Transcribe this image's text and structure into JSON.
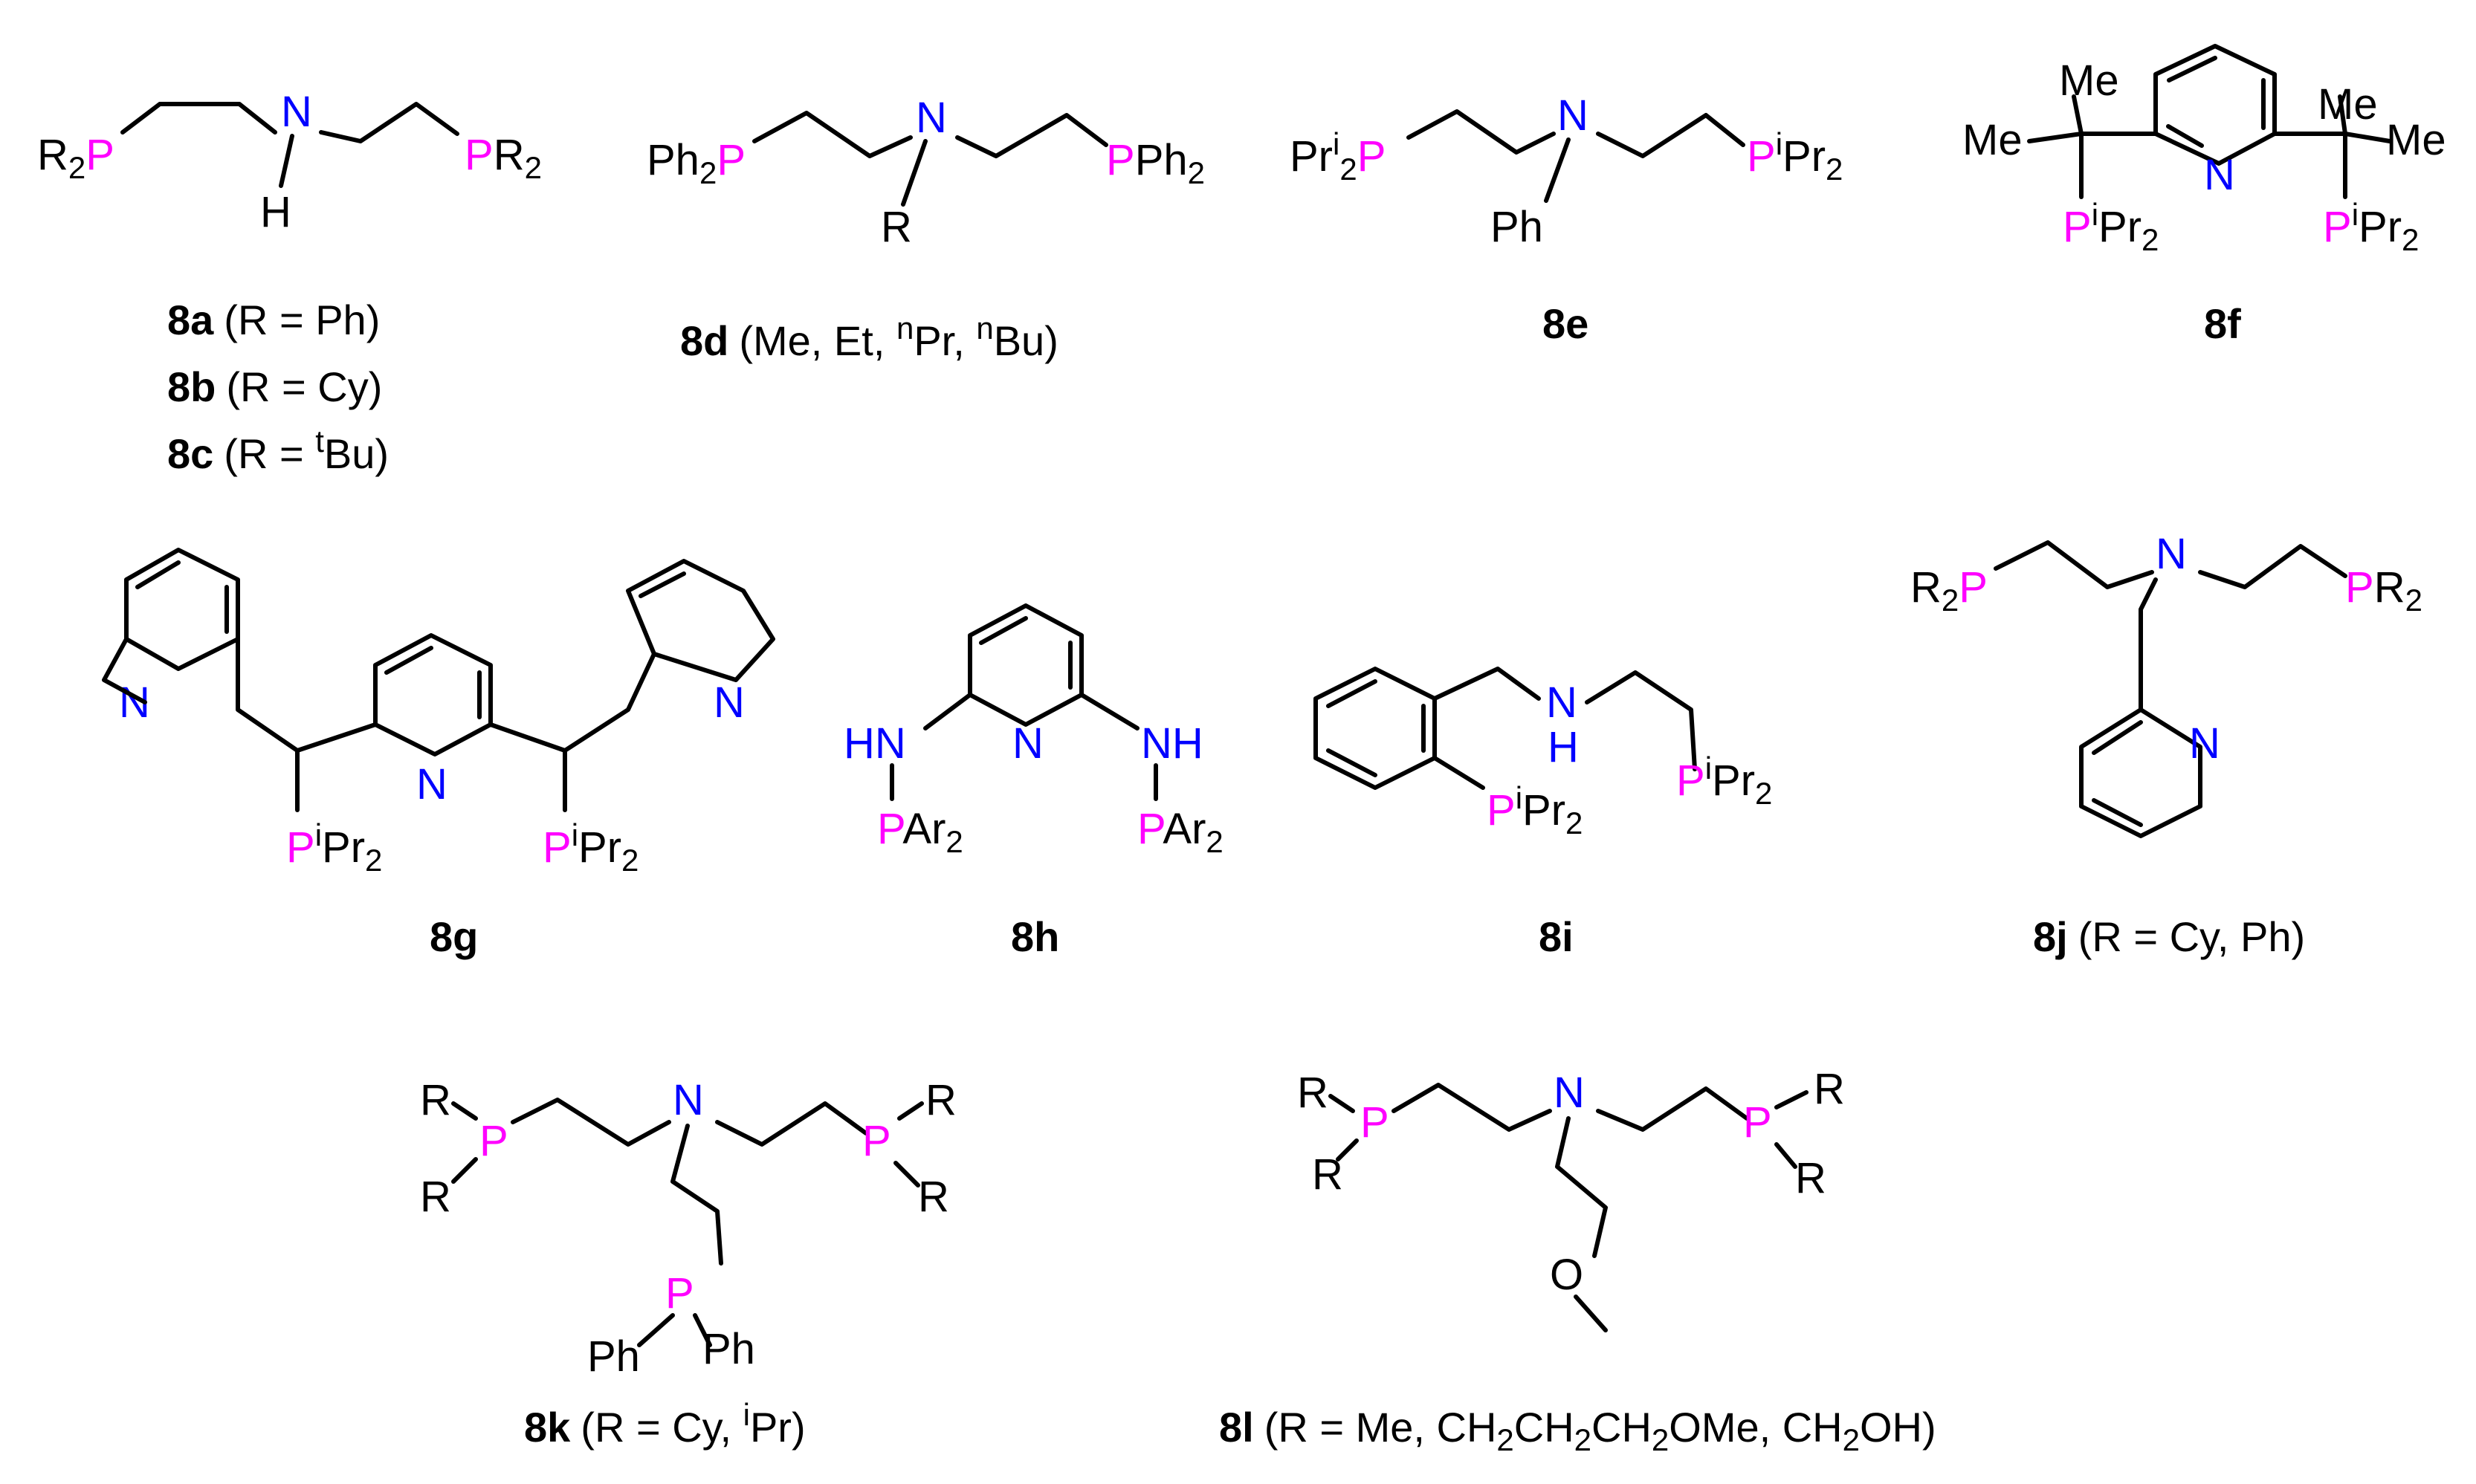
{
  "colors": {
    "phosphorus": "#ff00ff",
    "nitrogen": "#0000ff",
    "carbon_bonds": "#000000",
    "text": "#000000",
    "background": "#ffffff"
  },
  "atoms": {
    "P": "P",
    "N": "N",
    "NH": "NH",
    "HN": "HN",
    "H": "H",
    "O": "O"
  },
  "groups": {
    "R": "R",
    "R2": "R",
    "Ph": "Ph",
    "Ph2": "Ph",
    "Pr": "Pr",
    "Me": "Me",
    "Ar2": "Ar",
    "sub2": "2",
    "sup_i": "i"
  },
  "compounds": [
    {
      "id": "8a",
      "caption": "(R = Ph)"
    },
    {
      "id": "8b",
      "caption": "(R = Cy)"
    },
    {
      "id": "8c",
      "caption_pre": "(R = ",
      "sup": "t",
      "caption_post": "Bu)"
    },
    {
      "id": "8d",
      "caption_pre": "(Me, Et, ",
      "sup1": "n",
      "mid": "Pr, ",
      "sup2": "n",
      "caption_post": "Bu)"
    },
    {
      "id": "8e"
    },
    {
      "id": "8f"
    },
    {
      "id": "8g"
    },
    {
      "id": "8h"
    },
    {
      "id": "8i"
    },
    {
      "id": "8j",
      "caption": "(R = Cy, Ph)"
    },
    {
      "id": "8k",
      "caption_pre": "(R = Cy, ",
      "sup": "i",
      "caption_post": "Pr)"
    },
    {
      "id": "8l",
      "caption_pre": "(R = Me, CH",
      "s1": "2",
      "t1": "CH",
      "s2": "2",
      "t2": "CH",
      "s3": "2",
      "t3": "OMe, CH",
      "s4": "2",
      "caption_post": "OH)"
    }
  ]
}
